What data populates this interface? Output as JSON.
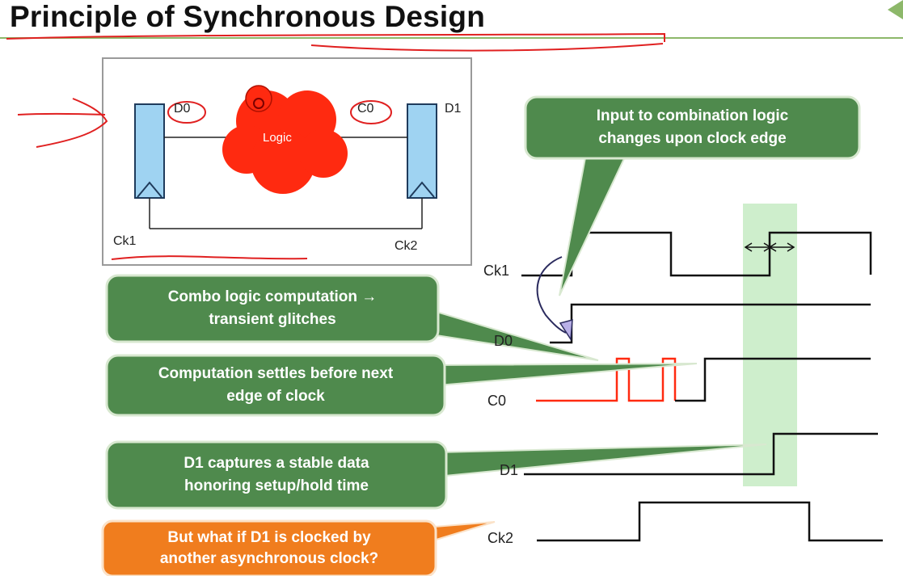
{
  "title": "Principle of Synchronous Design",
  "schematic": {
    "d0": "D0",
    "c0": "C0",
    "d1": "D1",
    "ck1": "Ck1",
    "ck2": "Ck2",
    "logic": "Logic"
  },
  "callouts": {
    "input_change": [
      "Input to combination logic",
      "changes upon clock edge"
    ],
    "combo": [
      "Combo logic computation →",
      "transient glitches"
    ],
    "settles": [
      "Computation settles before next",
      "edge of clock"
    ],
    "captures": [
      "D1 captures a stable data",
      "honoring setup/hold time"
    ],
    "async": [
      "But what if D1 is clocked by",
      "another asynchronous clock?"
    ]
  },
  "signals": {
    "ck1": "Ck1",
    "d0": "D0",
    "c0": "C0",
    "d1": "D1",
    "ck2": "Ck2"
  },
  "colors": {
    "callout_green": "#4f8a4d",
    "callout_orange": "#f07d1e",
    "logic_red": "#ff2a10",
    "flop_blue": "#9fd3f2",
    "window_green": "#c9ecc6",
    "glitch_red": "#ff2a10"
  }
}
